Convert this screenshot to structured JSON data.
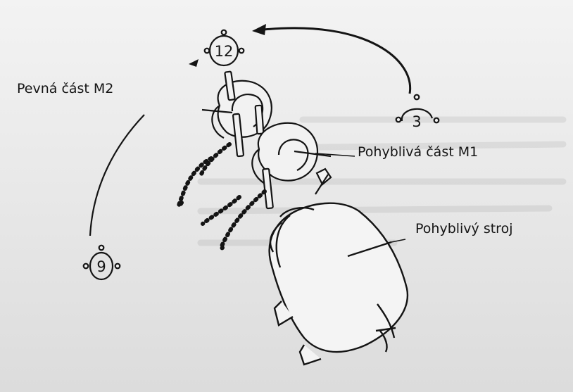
{
  "labels": {
    "fixed_part": "Pevná část M2",
    "moving_part": "Pohyblivá část M1",
    "moving_machine": "Pohyblivý stroj"
  },
  "clock_positions": {
    "top": "12",
    "right": "3",
    "left": "9"
  },
  "colors": {
    "ink": "#141414",
    "paper": "#eeeeee"
  }
}
